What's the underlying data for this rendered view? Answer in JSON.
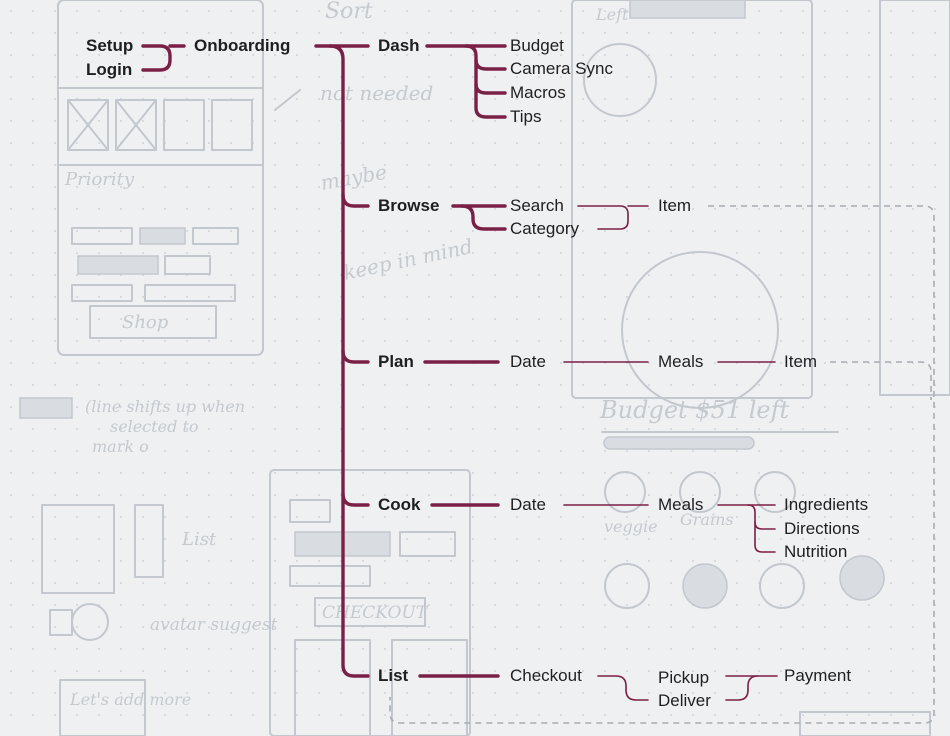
{
  "colors": {
    "primary_line": "#7a1f45",
    "secondary_line": "#7a1f45",
    "dashed_connector": "#a7acb2",
    "text": "#1f1f22"
  },
  "nodes": {
    "setup": "Setup",
    "login": "Login",
    "onboarding": "Onboarding",
    "dash": "Dash",
    "budget": "Budget",
    "camera_sync": "Camera Sync",
    "macros": "Macros",
    "tips": "Tips",
    "browse": "Browse",
    "search": "Search",
    "category": "Category",
    "browse_item": "Item",
    "plan": "Plan",
    "plan_date": "Date",
    "plan_meals": "Meals",
    "plan_item": "Item",
    "cook": "Cook",
    "cook_date": "Date",
    "cook_meals": "Meals",
    "ingredients": "Ingredients",
    "directions": "Directions",
    "nutrition": "Nutrition",
    "list": "List",
    "checkout": "Checkout",
    "pickup": "Pickup",
    "deliver": "Deliver",
    "payment": "Payment"
  },
  "sketch_notes": {
    "sort": "Sort",
    "left": "Left",
    "priority": "Priority",
    "shop": "Shop",
    "not_needed": "not needed",
    "maybe": "maybe",
    "keep_in_mind": "keep in mind",
    "line_shifts": "(line shifts up when",
    "selected_to": "selected to",
    "mark_o": "mark o",
    "budget_left": "Budget $51 left",
    "veggie": "veggie",
    "grains": "Grains",
    "list": "List",
    "avatar_suggest": "avatar suggest",
    "checkout": "CHECKOUT",
    "lets_add": "Let's add more"
  }
}
